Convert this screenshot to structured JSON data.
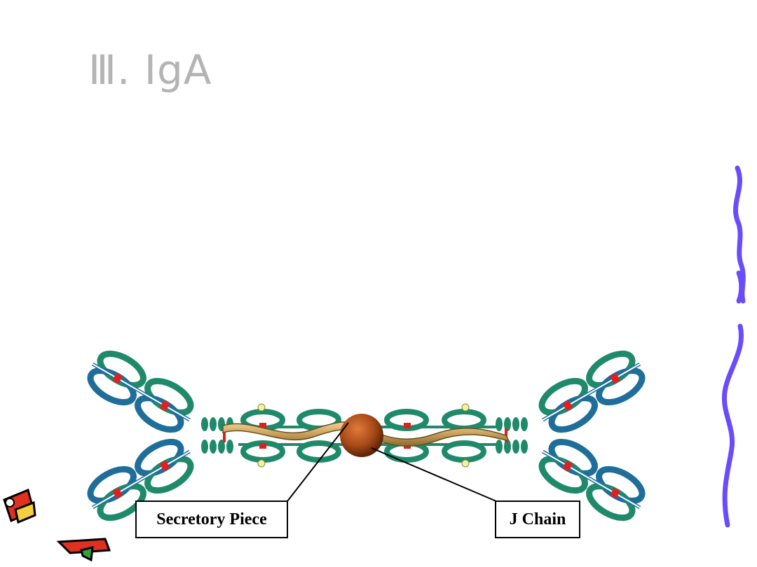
{
  "slide": {
    "title": "Ⅲ. IgA"
  },
  "diagram": {
    "labels": {
      "secretory_piece": "Secretory Piece",
      "j_chain": "J Chain"
    }
  },
  "colors": {
    "title": "#b4b4b4",
    "heavy_chain": "#1f8a6a",
    "light_chain": "#1f6e9a",
    "disulfide": "#e02020",
    "secretory_piece": "#c9a05c",
    "j_chain": "#8a3a10",
    "wavy_line": "#6a4cff"
  }
}
